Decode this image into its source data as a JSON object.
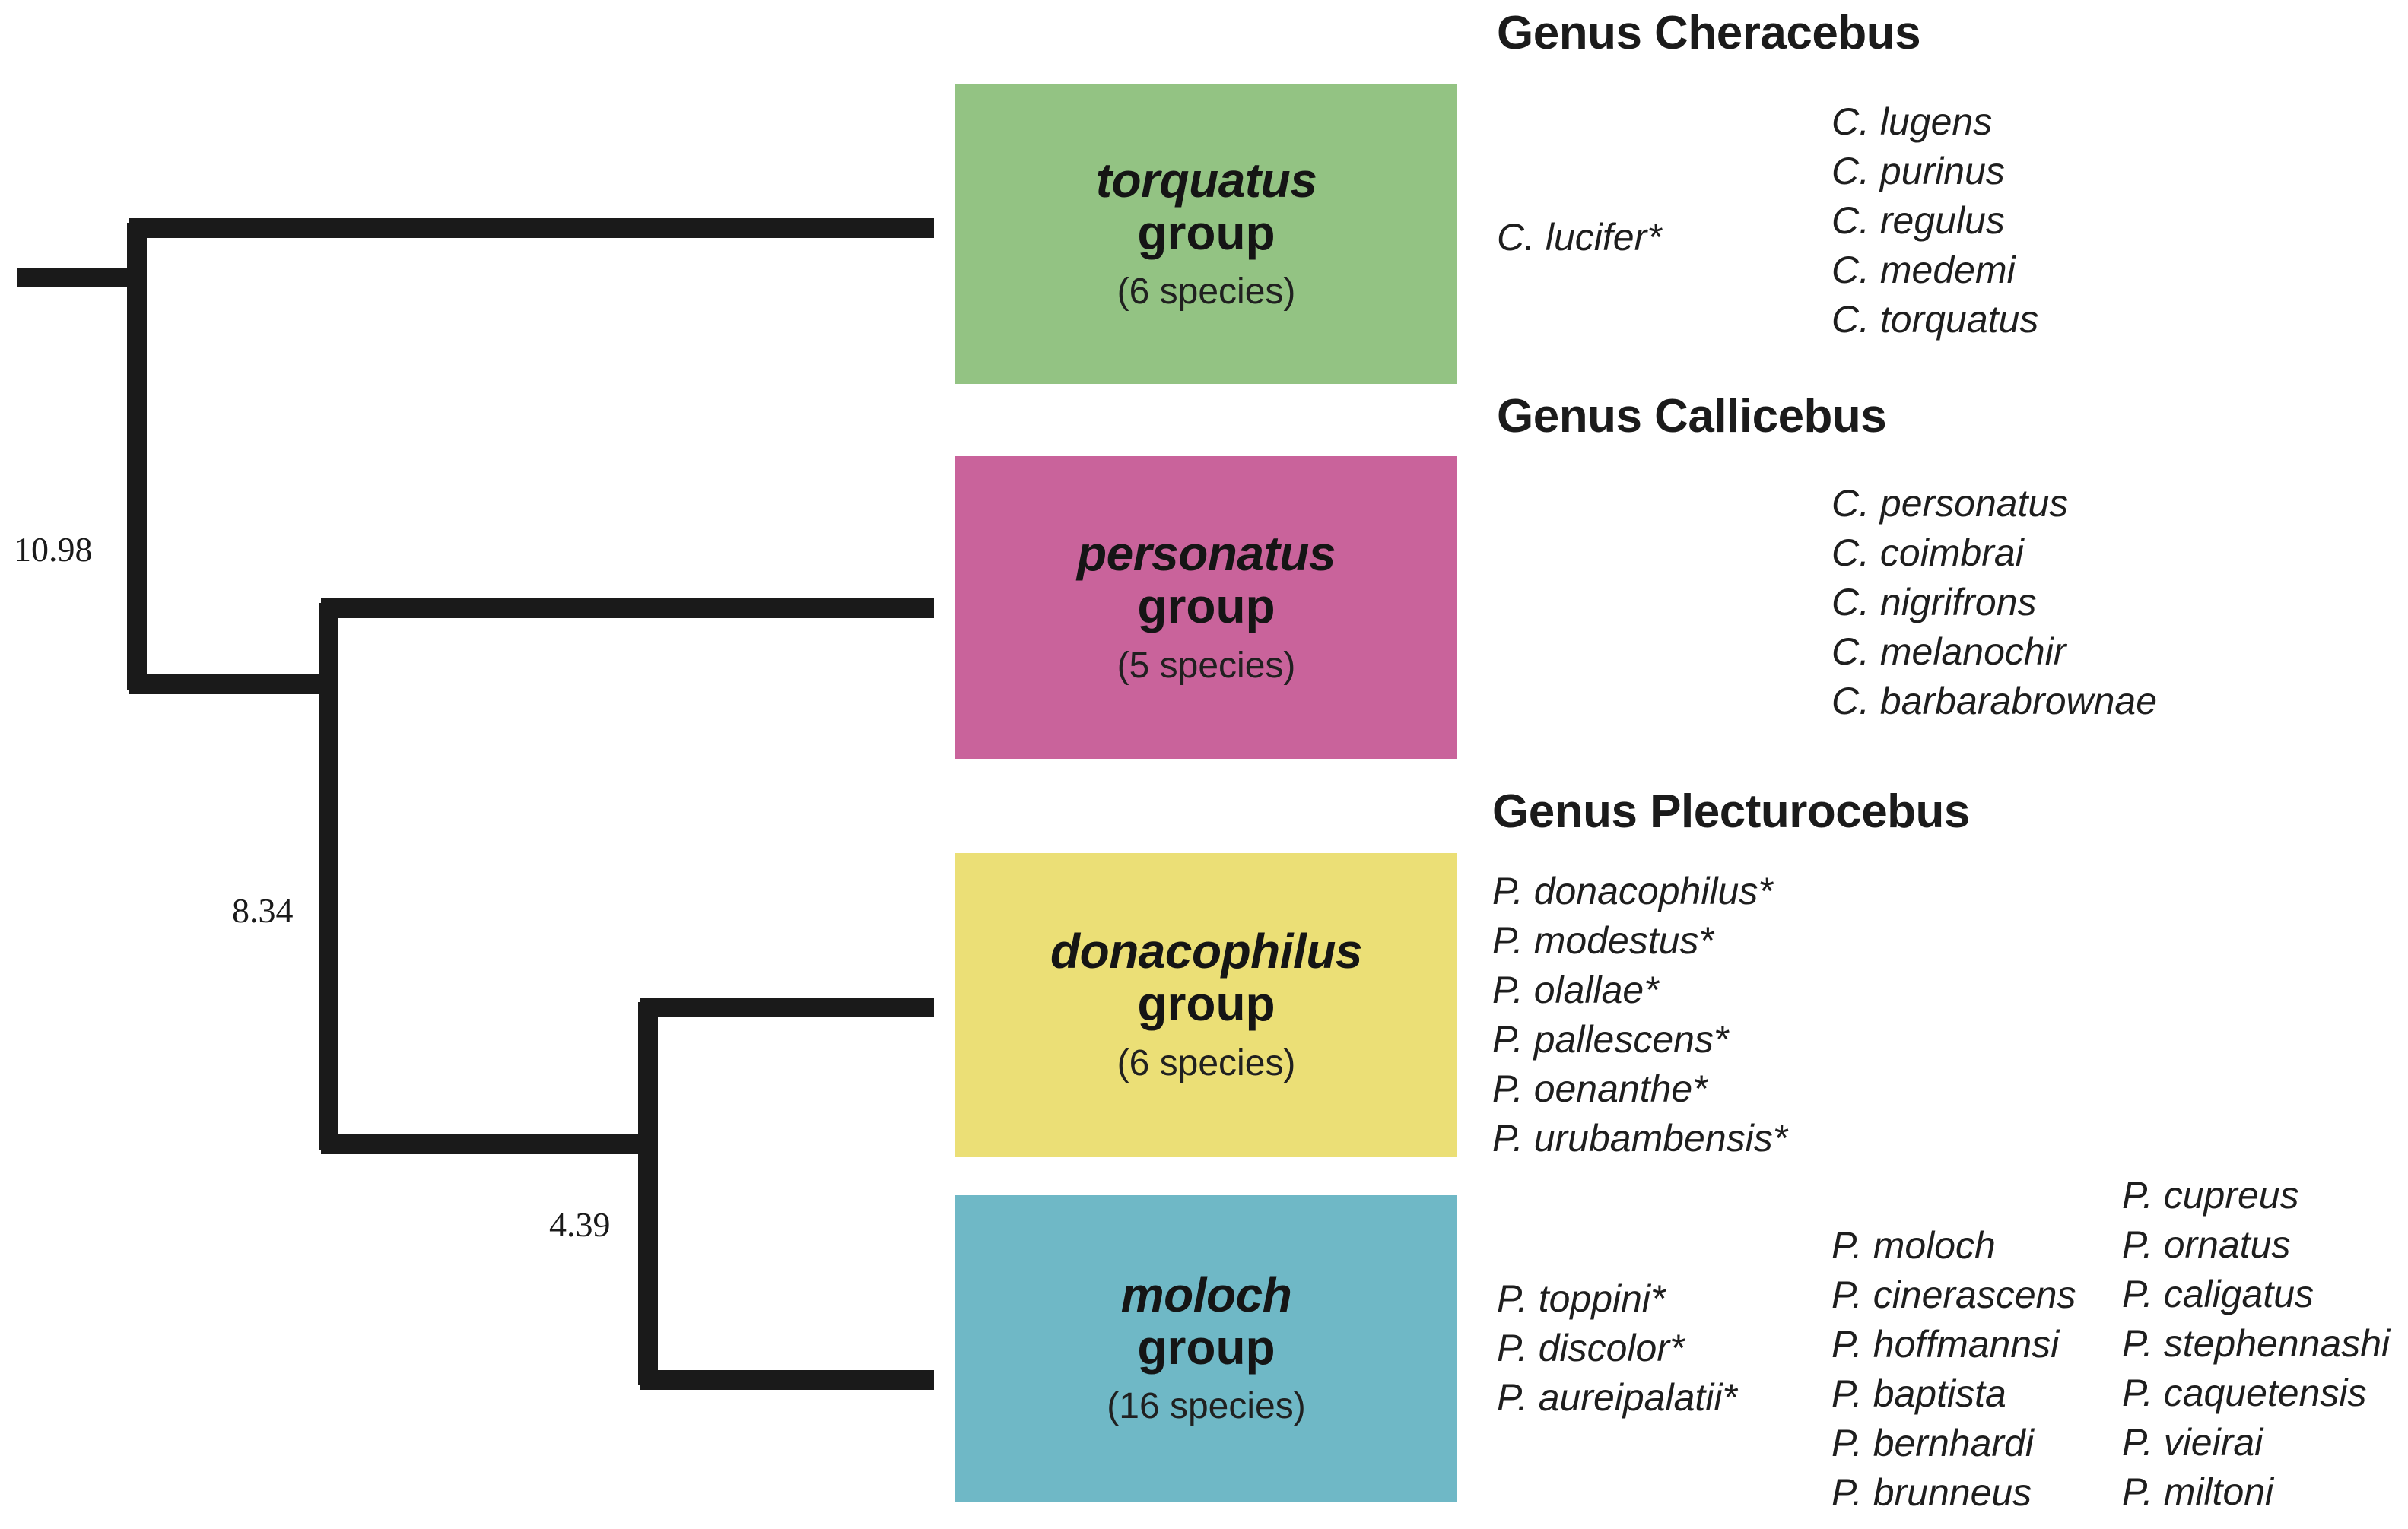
{
  "figure": {
    "type": "phylogenetic-cladogram",
    "description": "Cladogram of titi monkey genera with species-group boxes and species lists"
  },
  "tree": {
    "node_labels": [
      {
        "id": "root",
        "value": "10.98"
      },
      {
        "id": "node-callicebus-plecturocebus",
        "value": "8.34"
      },
      {
        "id": "node-donacophilus-moloch",
        "value": "4.39"
      }
    ],
    "topology": "((torquatus,(personatus,(donacophilus,moloch))))",
    "tips": [
      "torquatus group",
      "personatus group",
      "donacophilus group",
      "moloch group"
    ]
  },
  "groups": [
    {
      "id": "torquatus",
      "name": "torquatus",
      "word": "group",
      "count": "(6 species)",
      "color": "#93c383"
    },
    {
      "id": "personatus",
      "name": "personatus",
      "word": "group",
      "count": "(5 species)",
      "color": "#c9639b"
    },
    {
      "id": "donacophilus",
      "name": "donacophilus",
      "word": "group",
      "count": "(6 species)",
      "color": "#ebdf76"
    },
    {
      "id": "moloch",
      "name": "moloch",
      "word": "group",
      "count": "(16 species)",
      "color": "#6fb8c6"
    }
  ],
  "genera": [
    {
      "id": "cheracebus",
      "heading": "Genus Cheracebus",
      "columns": [
        {
          "id": "cheracebus-left",
          "species": [
            "C. lucifer*"
          ]
        },
        {
          "id": "cheracebus-right",
          "species": [
            "C. lugens",
            "C. purinus",
            "C. regulus",
            "C. medemi",
            "C. torquatus"
          ]
        }
      ]
    },
    {
      "id": "callicebus",
      "heading": "Genus Callicebus",
      "columns": [
        {
          "id": "callicebus-right",
          "species": [
            "C. personatus",
            "C. coimbrai",
            "C. nigrifrons",
            "C. melanochir",
            "C. barbarabrownae"
          ]
        }
      ]
    },
    {
      "id": "plecturocebus",
      "heading": "Genus Plecturocebus",
      "columns": [
        {
          "id": "plecturocebus-donacophilus",
          "species": [
            "P. donacophilus*",
            "P. modestus*",
            "P. olallae*",
            "P. pallescens*",
            "P. oenanthe*",
            "P. urubambensis*"
          ]
        },
        {
          "id": "plecturocebus-moloch-left",
          "species": [
            "P. toppini*",
            "P. discolor*",
            "P. aureipalatii*"
          ]
        },
        {
          "id": "plecturocebus-moloch-mid",
          "species": [
            "P. moloch",
            "P. cinerascens",
            "P. hoffmannsi",
            "P. baptista",
            "P. bernhardi",
            "P. brunneus"
          ]
        },
        {
          "id": "plecturocebus-moloch-right",
          "species": [
            "P. cupreus",
            "P. ornatus",
            "P. caligatus",
            "P. stephennashi",
            "P. caquetensis",
            "P. vieirai",
            "P. miltoni"
          ]
        }
      ]
    }
  ],
  "colors": {
    "branch": "#1a1a1a",
    "background": "#ffffff",
    "text": "#1a1a1a"
  }
}
